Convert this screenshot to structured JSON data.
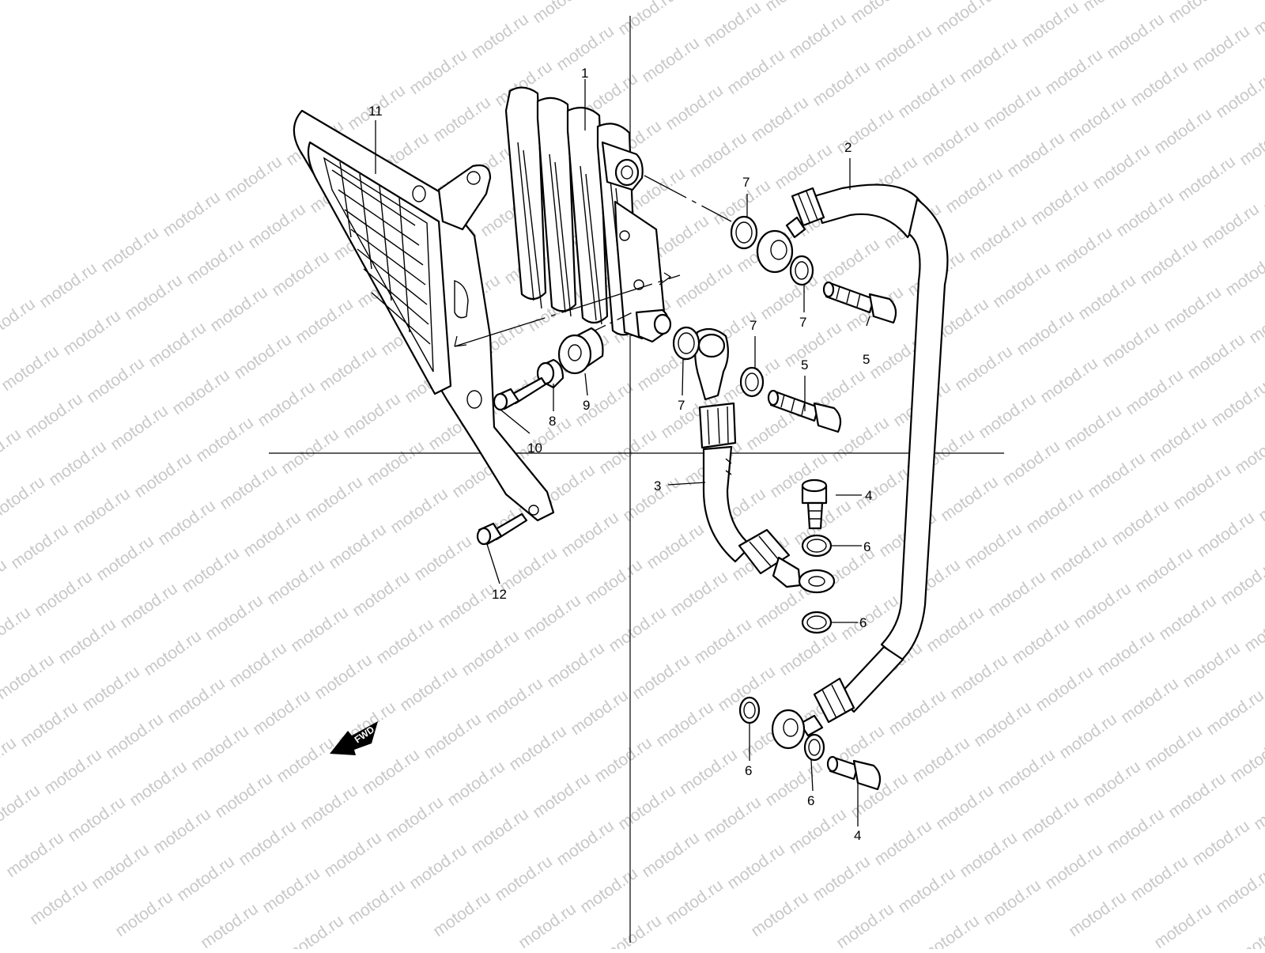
{
  "watermark": {
    "text": "motod.ru"
  },
  "fwd_label": "FWD",
  "callouts": {
    "c1": "1",
    "c2": "2",
    "c3": "3",
    "c4a": "4",
    "c4b": "4",
    "c5a": "5",
    "c5b": "5",
    "c6a": "6",
    "c6b": "6",
    "c6c": "6",
    "c6d": "6",
    "c7a": "7",
    "c7b": "7",
    "c7c": "7",
    "c7d": "7",
    "c8": "8",
    "c9": "9",
    "c10": "10",
    "c11": "11",
    "c12": "12"
  },
  "parts": [
    {
      "ref": "1",
      "icon": "oil-cooler-icon"
    },
    {
      "ref": "2",
      "icon": "oil-hose-long-icon"
    },
    {
      "ref": "3",
      "icon": "oil-hose-short-icon"
    },
    {
      "ref": "4",
      "icon": "union-bolt-icon"
    },
    {
      "ref": "5",
      "icon": "union-bolt-icon"
    },
    {
      "ref": "6",
      "icon": "gasket-washer-icon"
    },
    {
      "ref": "7",
      "icon": "gasket-washer-icon"
    },
    {
      "ref": "8",
      "icon": "spacer-collar-icon"
    },
    {
      "ref": "9",
      "icon": "rubber-cushion-icon"
    },
    {
      "ref": "10",
      "icon": "bolt-icon"
    },
    {
      "ref": "11",
      "icon": "cooler-guard-icon"
    },
    {
      "ref": "12",
      "icon": "bolt-icon"
    }
  ]
}
